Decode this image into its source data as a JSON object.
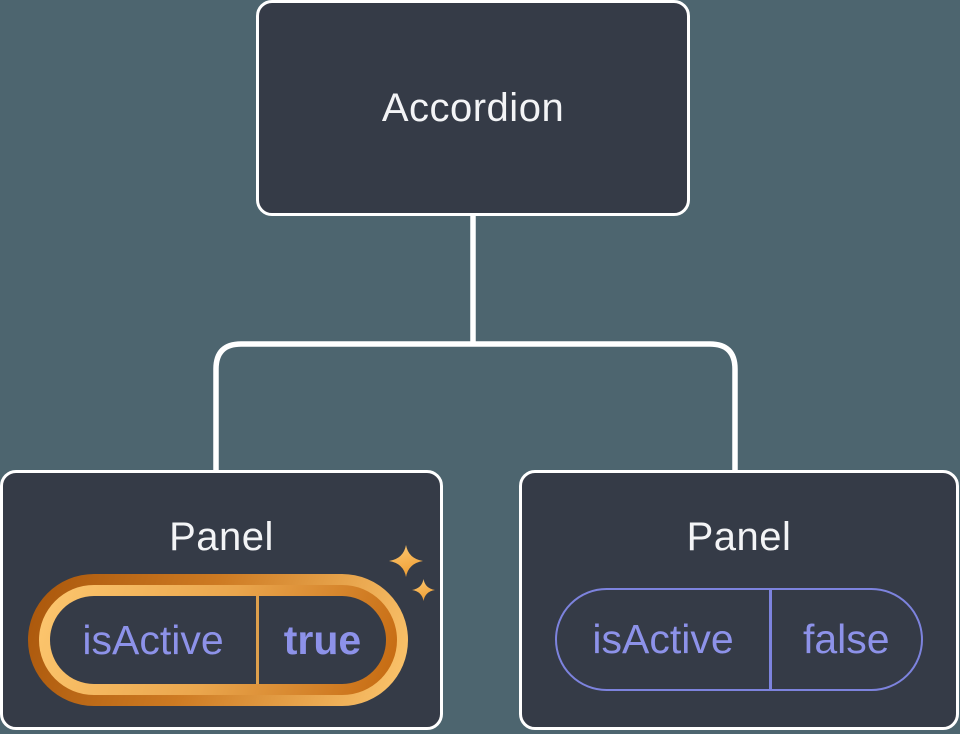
{
  "diagram": {
    "root": {
      "label": "Accordion"
    },
    "panels": [
      {
        "label": "Panel",
        "prop": {
          "name": "isActive",
          "value": "true"
        },
        "highlighted": true
      },
      {
        "label": "Panel",
        "prop": {
          "name": "isActive",
          "value": "false"
        },
        "highlighted": false
      }
    ]
  },
  "colors": {
    "background": "#4d656f",
    "node_fill": "#353b47",
    "node_border": "#ffffff",
    "title_text": "#f3f4f6",
    "state_text": "#8d92e9",
    "inactive_stroke": "#7d83de",
    "highlight_dark": "#c46d16",
    "highlight_light": "#f9bd62",
    "divider_active": "#dfa04c",
    "sparkle": "#f8ba55"
  }
}
